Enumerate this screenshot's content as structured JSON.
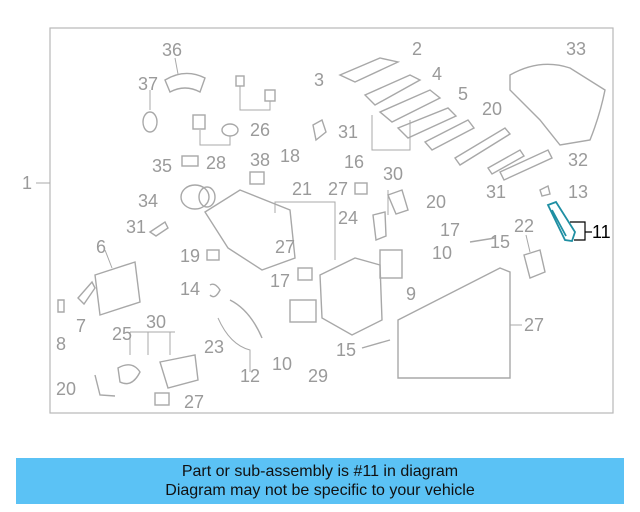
{
  "callouts": {
    "c1": "1",
    "c2": "2",
    "c3": "3",
    "c4": "4",
    "c5": "5",
    "c6": "6",
    "c7": "7",
    "c8": "8",
    "c9": "9",
    "c10a": "10",
    "c10b": "10",
    "c11": "11",
    "c12": "12",
    "c13": "13",
    "c14": "14",
    "c15a": "15",
    "c15b": "15",
    "c16": "16",
    "c17a": "17",
    "c17b": "17",
    "c18": "18",
    "c19": "19",
    "c20a": "20",
    "c20b": "20",
    "c20c": "20",
    "c21": "21",
    "c22": "22",
    "c23": "23",
    "c24": "24",
    "c25": "25",
    "c26": "26",
    "c27a": "27",
    "c27b": "27",
    "c27c": "27",
    "c27d": "27",
    "c28": "28",
    "c29": "29",
    "c30a": "30",
    "c30b": "30",
    "c31a": "31",
    "c31b": "31",
    "c31c": "31",
    "c32": "32",
    "c33": "33",
    "c34": "34",
    "c35": "35",
    "c36": "36",
    "c37": "37",
    "c38": "38"
  },
  "highlighted_part": "11",
  "highlight_color": "#1f8fa3",
  "banner": {
    "line1": "Part or sub-assembly is #11 in diagram",
    "line2": "Diagram may not be specific to your vehicle",
    "background": "#5bc2f5"
  }
}
